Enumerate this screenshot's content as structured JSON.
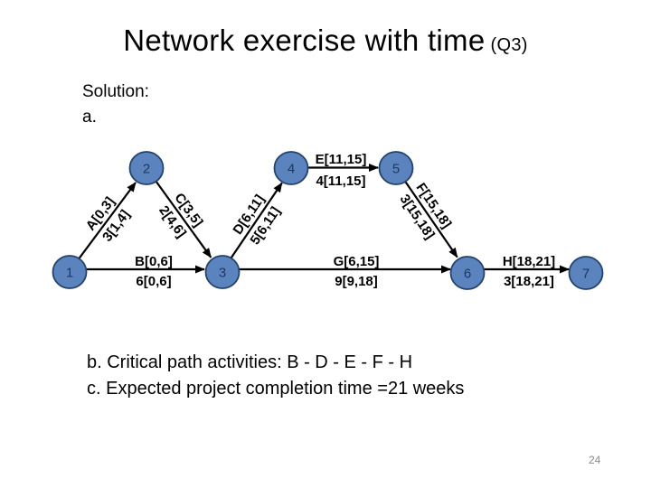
{
  "slide": {
    "title": "Network exercise with time",
    "title_suffix": "(Q3)",
    "solution_label": "Solution:",
    "part_label": "a.",
    "note_b": "b. Critical path activities: B - D - E - F - H",
    "note_c": "c. Expected project completion time =21 weeks",
    "page_number": "24"
  },
  "colors": {
    "background": "#ffffff",
    "text": "#000000",
    "edge": "#000000",
    "node_fill": "#5b83be",
    "node_border": "#24426b",
    "node_text": "#1f3864",
    "page_number": "#8a8a8a"
  },
  "network": {
    "nodes": [
      {
        "id": "1"
      },
      {
        "id": "2"
      },
      {
        "id": "3"
      },
      {
        "id": "4"
      },
      {
        "id": "5"
      },
      {
        "id": "6"
      },
      {
        "id": "7"
      }
    ],
    "edges": [
      {
        "activity": "A",
        "from": "1",
        "to": "2",
        "top_label": "A[0,3]",
        "bottom_label": "3[1,4]"
      },
      {
        "activity": "B",
        "from": "1",
        "to": "3",
        "top_label": "B[0,6]",
        "bottom_label": "6[0,6]"
      },
      {
        "activity": "C",
        "from": "2",
        "to": "3",
        "top_label": "C[3,5]",
        "bottom_label": "2[4,6]"
      },
      {
        "activity": "D",
        "from": "3",
        "to": "4",
        "top_label": "D[6,11]",
        "bottom_label": "5[6,11]"
      },
      {
        "activity": "E",
        "from": "4",
        "to": "5",
        "top_label": "E[11,15]",
        "bottom_label": "4[11,15]"
      },
      {
        "activity": "F",
        "from": "5",
        "to": "6",
        "top_label": "F[15,18]",
        "bottom_label": "3[15,18]"
      },
      {
        "activity": "G",
        "from": "3",
        "to": "6",
        "top_label": "G[6,15]",
        "bottom_label": "9[9,18]"
      },
      {
        "activity": "H",
        "from": "6",
        "to": "7",
        "top_label": "H[18,21]",
        "bottom_label": "3[18,21]"
      }
    ]
  }
}
